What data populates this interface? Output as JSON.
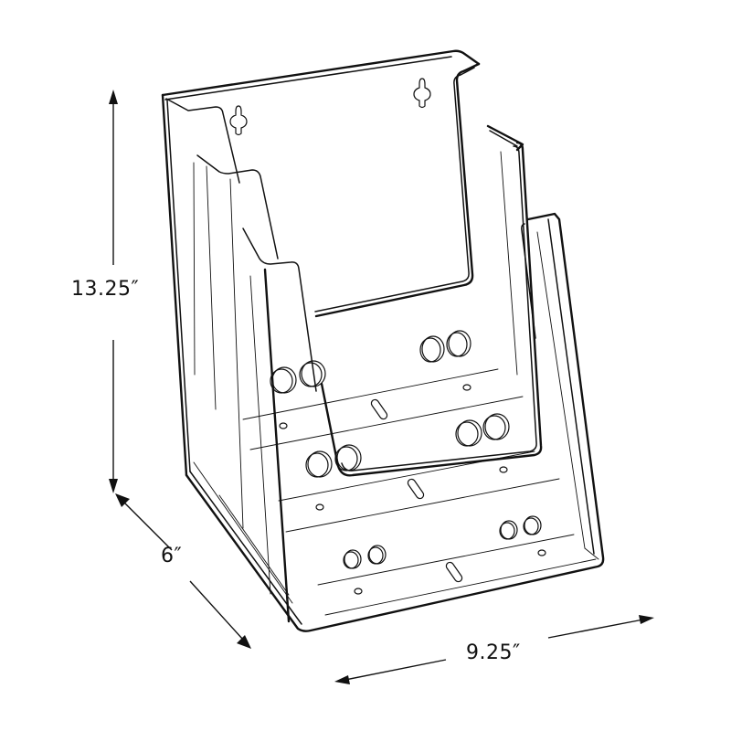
{
  "figure": {
    "subject": "3-tier brochure holder line drawing",
    "stroke_color": "#111111",
    "background_color": "#ffffff"
  },
  "dimensions": {
    "height": {
      "label": "13.25″",
      "value": 13.25,
      "unit": "in"
    },
    "depth": {
      "label": "6″",
      "value": 6,
      "unit": "in"
    },
    "width": {
      "label": "9.25″",
      "value": 9.25,
      "unit": "in"
    }
  },
  "holder": {
    "tiers": 3,
    "keyhole_slots": 2,
    "pockets": [
      "back-pocket",
      "middle-pocket",
      "front-pocket"
    ]
  }
}
